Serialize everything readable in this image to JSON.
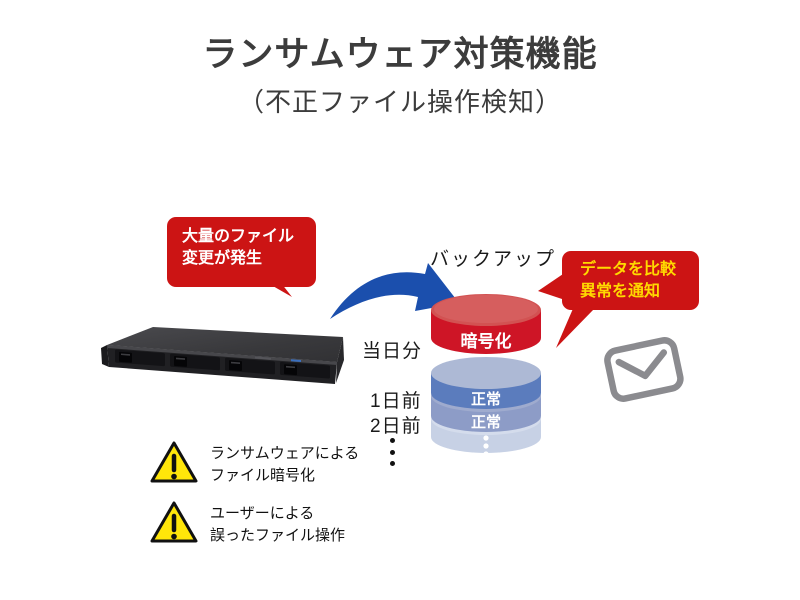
{
  "header": {
    "title": "ランサムウェア対策機能",
    "subtitle": "（不正ファイル操作検知）"
  },
  "callouts": {
    "file_change": {
      "lines": [
        "大量のファイル",
        "変更が発生"
      ]
    },
    "compare": {
      "lines": [
        "データを比較",
        "異常を通知"
      ]
    }
  },
  "backup": {
    "label": "バックアップ",
    "days": [
      {
        "day": "当日分",
        "status": "暗号化"
      },
      {
        "day": "1日前",
        "status": "正常"
      },
      {
        "day": "2日前",
        "status": "正常"
      }
    ]
  },
  "warnings": [
    {
      "lines": [
        "ランサムウェアによる",
        "ファイル暗号化"
      ]
    },
    {
      "lines": [
        "ユーザーによる",
        "誤ったファイル操作"
      ]
    }
  ],
  "icons": {
    "mail": "mail-envelope-icon",
    "warning": "warning-triangle-icon",
    "arrow": "curved-backup-arrow",
    "device": "nas-rack-server"
  },
  "colors": {
    "callout_red": "#cc1414",
    "callout_text_yellow": "#ffd900",
    "arrow_blue": "#1b4fad",
    "cylinder_red_side": "#ce1526",
    "cylinder_red_top": "#d25252",
    "cylinder_blue1_side": "#5b7cbd",
    "cylinder_blue1_top": "#adb9d5",
    "cylinder_blue2_side": "#8d9cc7",
    "cylinder_blue3_side": "#c7d1e5",
    "warning_yellow": "#ffe60a",
    "mail_gray": "#8b8b8f",
    "title_gray": "#3c3c3c"
  }
}
